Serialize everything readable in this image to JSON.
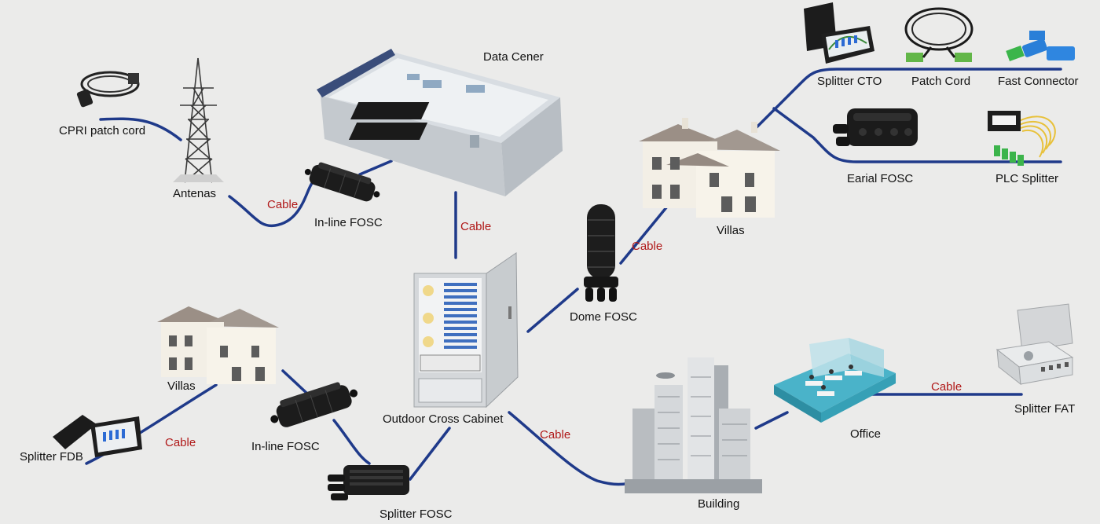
{
  "nodes": {
    "cpri": "CPRI patch cord",
    "antenas": "Antenas",
    "inline_top": "In-line FOSC",
    "data_center": "Data Cener",
    "splitter_cto": "Splitter CTO",
    "patch_cord": "Patch Cord",
    "fast_connector": "Fast Connector",
    "aerial_fosc": "Earial FOSC",
    "plc_splitter": "PLC Splitter",
    "villas_right": "Villas",
    "dome_fosc": "Dome FOSC",
    "cabinet": "Outdoor Cross Cabinet",
    "villas_left": "Villas",
    "splitter_fdb": "Splitter FDB",
    "inline_left": "In-line FOSC",
    "splitter_fosc": "Splitter FOSC",
    "building": "Building",
    "office": "Office",
    "splitter_fat": "Splitter FAT"
  },
  "cable_labels": {
    "antenas_inline": "Cable",
    "datacenter_cabinet": "Cable",
    "dome_villas": "Cable",
    "fdb_villas": "Cable",
    "cabinet_building": "Cable",
    "office_fat": "Cable"
  },
  "colors": {
    "background": "#ebebea",
    "link": "#1f3a8a",
    "cable_text": "#b01818"
  }
}
